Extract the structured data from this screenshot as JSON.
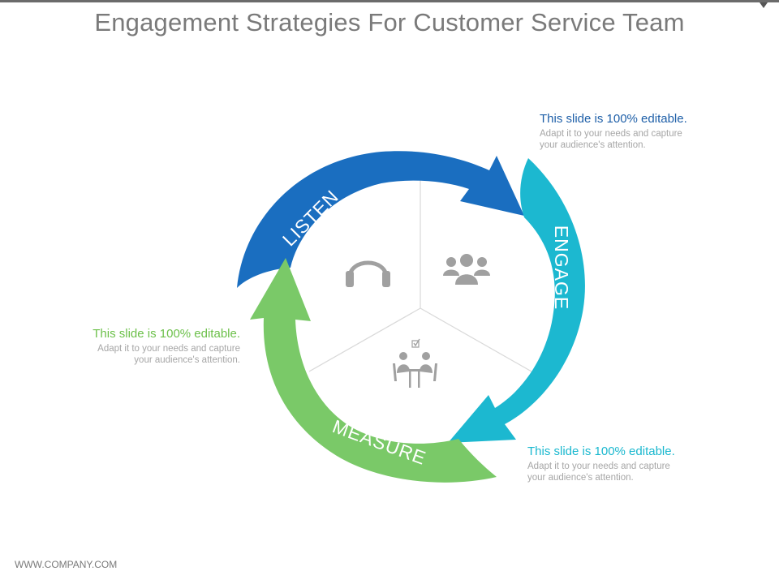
{
  "title": "Engagement Strategies For Customer Service Team",
  "footer": "WWW.COMPANY.COM",
  "colors": {
    "listen": "#1a6ec0",
    "engage": "#1cb8d0",
    "measure": "#7ac968",
    "icon": "#a0a0a0",
    "divider": "#d9d9d9"
  },
  "segments": {
    "listen": {
      "label": "LISTEN",
      "icon": "headphones-icon"
    },
    "engage": {
      "label": "ENGAGE",
      "icon": "group-icon"
    },
    "measure": {
      "label": "MEASURE",
      "icon": "meeting-icon"
    }
  },
  "callouts": {
    "engage": {
      "head": "This slide is 100% editable.",
      "body": "Adapt it to your needs and capture your audience's attention."
    },
    "measure": {
      "head": "This slide is 100% editable.",
      "body": "Adapt it to your needs and capture your audience's attention."
    },
    "listen": {
      "head": "This slide is 100% editable.",
      "body": "Adapt it to your needs and capture your audience's attention."
    }
  }
}
